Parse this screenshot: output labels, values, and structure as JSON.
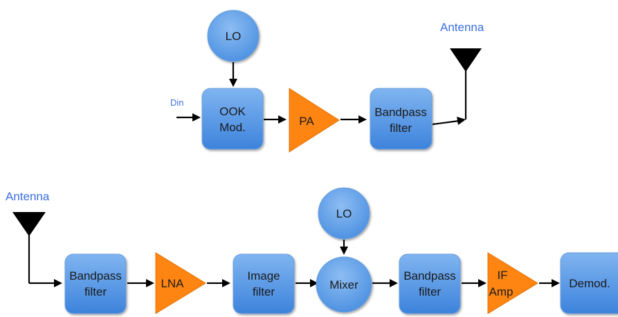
{
  "colors": {
    "block": "#5a9be6",
    "amplifier": "#ff8513",
    "label": "#3b6fe0",
    "wire": "#000000"
  },
  "transmitter": {
    "lo": "LO",
    "din": "Din",
    "ook_line1": "OOK",
    "ook_line2": "Mod.",
    "pa": "PA",
    "bpf_line1": "Bandpass",
    "bpf_line2": "filter",
    "antenna_label": "Antenna",
    "antenna_icon": "antenna-icon"
  },
  "receiver": {
    "antenna_label": "Antenna",
    "antenna_icon": "antenna-icon",
    "bpf1_line1": "Bandpass",
    "bpf1_line2": "filter",
    "lna": "LNA",
    "image_line1": "Image",
    "image_line2": "filter",
    "lo": "LO",
    "mixer": "Mixer",
    "bpf2_line1": "Bandpass",
    "bpf2_line2": "filter",
    "if_line1": "IF",
    "if_line2": "Amp",
    "demod": "Demod."
  }
}
